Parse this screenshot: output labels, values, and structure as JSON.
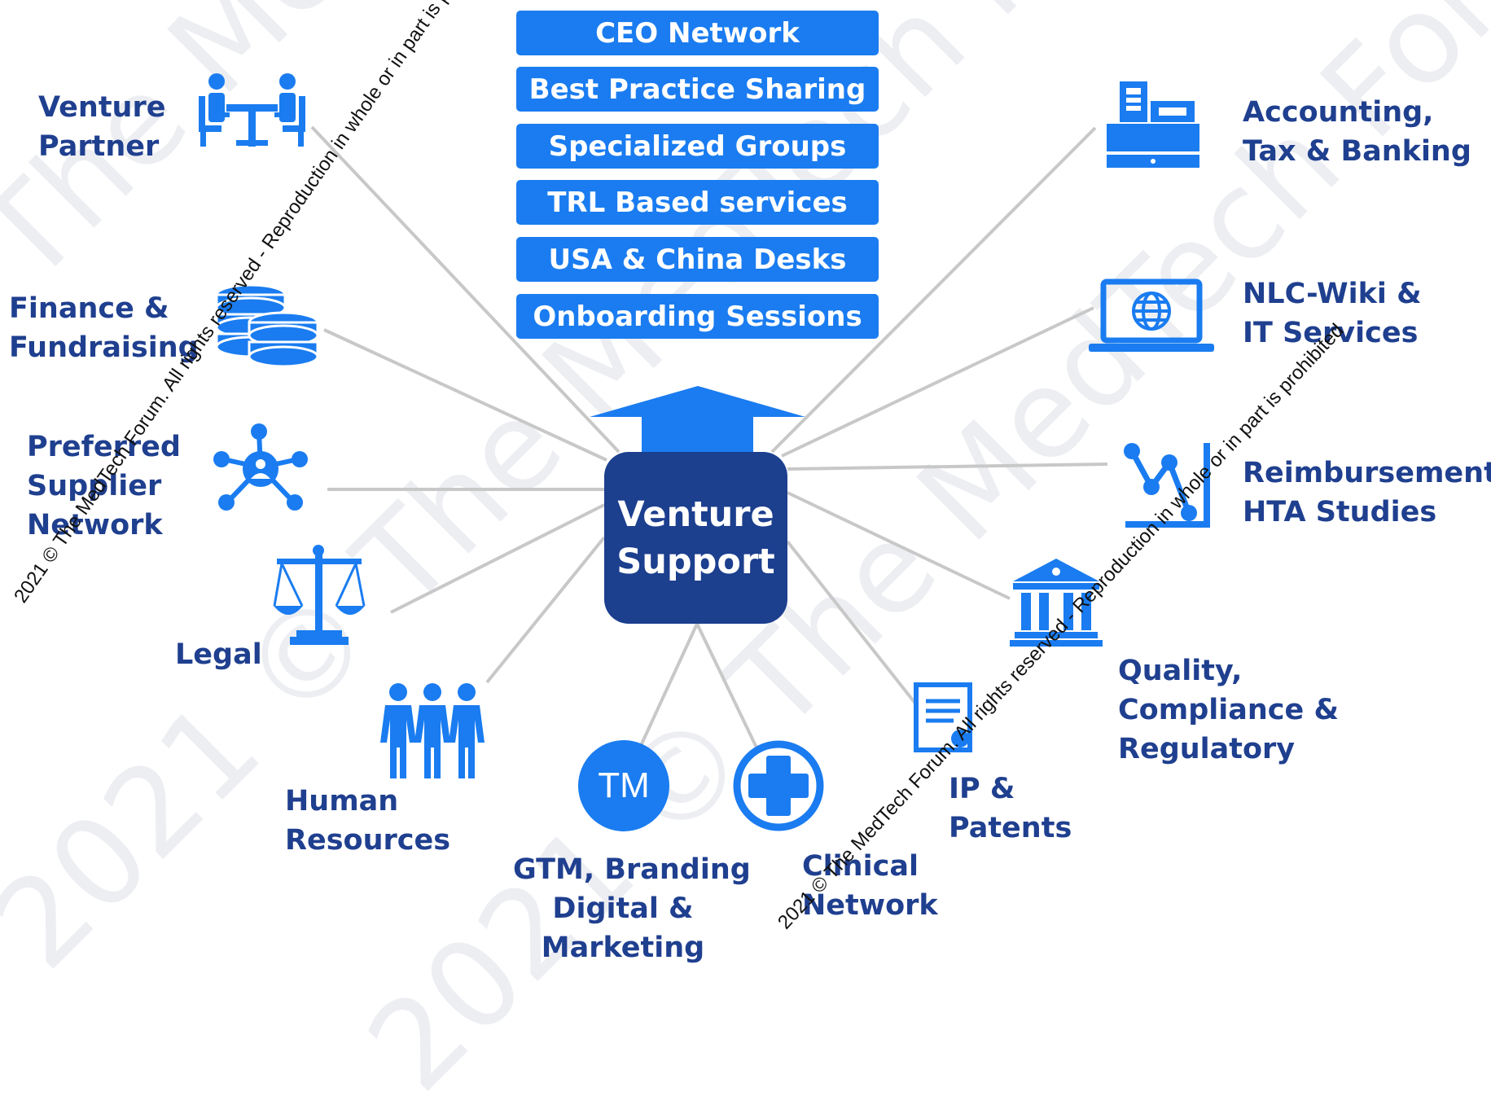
{
  "top_boxes": [
    "CEO Network",
    "Best Practice Sharing",
    "Specialized Groups",
    "TRL Based services",
    "USA & China Desks",
    "Onboarding Sessions"
  ],
  "center": {
    "line1": "Venture",
    "line2": "Support"
  },
  "spokes": {
    "venture_partner": [
      "Venture",
      "Partner"
    ],
    "finance": [
      "Finance &",
      "Fundraising"
    ],
    "supplier": [
      "Preferred",
      "Supplier",
      "Network"
    ],
    "legal": [
      "Legal"
    ],
    "hr": [
      "Human",
      "Resources"
    ],
    "gtm": [
      "GTM, Branding",
      "Digital &",
      "Marketing"
    ],
    "clinical": [
      "Clinical",
      "Network"
    ],
    "ip": [
      "IP &",
      "Patents"
    ],
    "quality": [
      "Quality,",
      "Compliance  &",
      "Regulatory"
    ],
    "reimbursement": [
      "Reimbursement",
      "HTA Studies"
    ],
    "nlc": [
      "NLC-Wiki &",
      "IT  Services"
    ],
    "accounting": [
      "Accounting,",
      "Tax  & Banking"
    ]
  },
  "tm_label": "TM",
  "copyright_notice": "2021 © The MedTech Forum. All rights reserved - Reproduction in whole or in part is prohibited",
  "watermark": [
    "2021 © The MedTech Forum. All rights reserved - Reproduction in whole or in part is prohibited"
  ],
  "colors": {
    "box_blue": "#1a7cf0",
    "center_navy": "#1c3f8e",
    "label_navy": "#1f3f8f",
    "icon_blue": "#1a7cf0",
    "connector_gray": "#c8c8c8"
  }
}
